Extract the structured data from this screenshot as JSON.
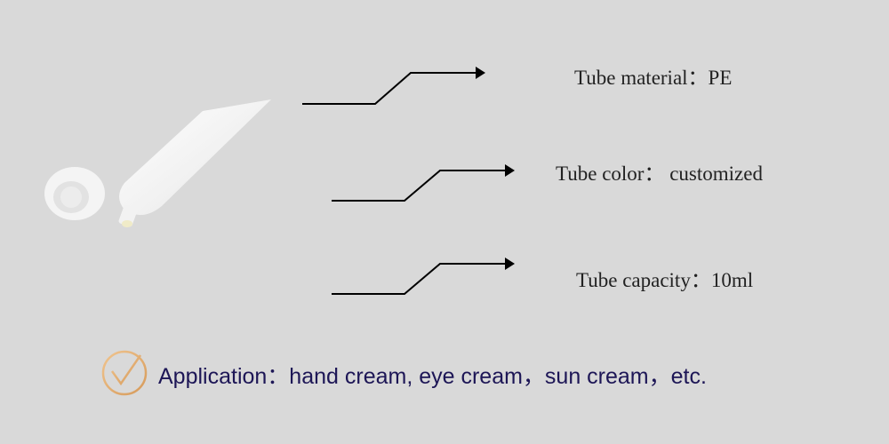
{
  "specs": [
    {
      "label": "Tube material：PE"
    },
    {
      "label": "Tube color： customized"
    },
    {
      "label": "Tube capacity：10ml"
    }
  ],
  "application": {
    "text": "Application：hand cream, eye cream，sun cream，etc.",
    "icon": "check-circle-icon"
  },
  "colors": {
    "background": "#d9d9d9",
    "application_text": "#1d1656",
    "check_icon": "#e0a86a"
  }
}
